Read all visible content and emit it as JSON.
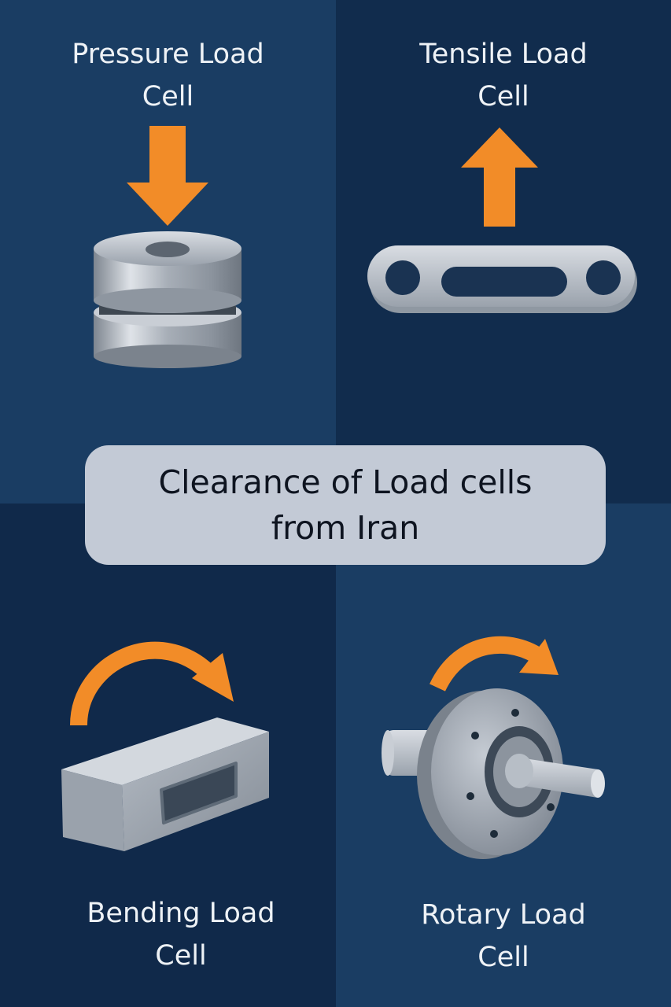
{
  "quadrants": {
    "top_left": {
      "title_line1": "Pressure Load",
      "title_line2": "Cell"
    },
    "top_right": {
      "title_line1": "Tensile Load",
      "title_line2": "Cell"
    },
    "bottom_left": {
      "title_line1": "Bending Load",
      "title_line2": "Cell"
    },
    "bottom_right": {
      "title_line1": "Rotary Load",
      "title_line2": "Cell"
    }
  },
  "banner": {
    "line1": "Clearance of Load cells",
    "line2": "from Iran"
  },
  "colors": {
    "arrow": "#f28c28",
    "metal": "#b8bec6",
    "banner_bg": "#c3cad6",
    "dark_navy": "#10294a",
    "mid_navy": "#1a3d63"
  },
  "icons": [
    "down-arrow-icon",
    "up-arrow-icon",
    "curved-arrow-icon",
    "curved-arrow-icon"
  ]
}
